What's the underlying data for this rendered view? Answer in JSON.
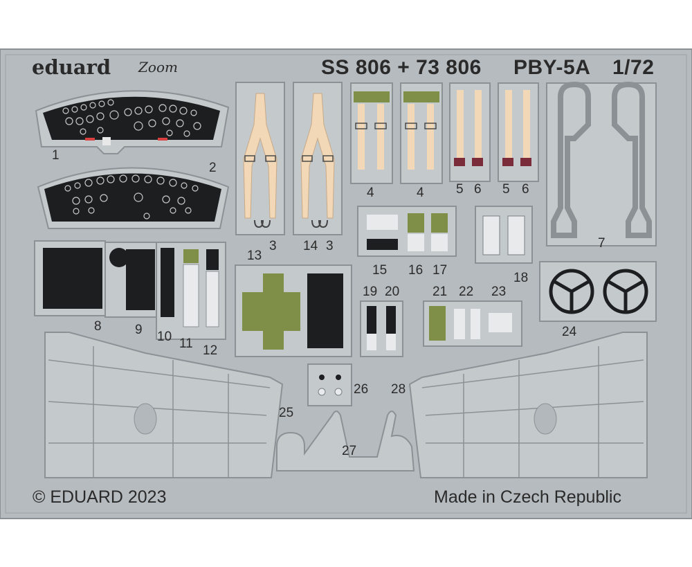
{
  "header": {
    "brand": "eduard",
    "brand_sub": "Zoom",
    "title": "SS 806 + 73 806",
    "model": "PBY-5A",
    "scale": "1/72"
  },
  "footer": {
    "copyright": "© EDUARD 2023",
    "origin": "Made in Czech Republic"
  },
  "part_numbers": [
    "1",
    "2",
    "3",
    "3",
    "4",
    "4",
    "5",
    "6",
    "5",
    "6",
    "7",
    "8",
    "9",
    "10",
    "11",
    "12",
    "13",
    "14",
    "15",
    "16",
    "17",
    "18",
    "19",
    "20",
    "21",
    "22",
    "23",
    "24",
    "25",
    "26",
    "27",
    "28"
  ],
  "colors": {
    "fret": "#b4b9bd",
    "fret_edge": "#7f8589",
    "panel": "#1e1f20",
    "harness": "#f1d6b4",
    "olive": "#7f8f48",
    "burgundy": "#7a2c3b"
  }
}
